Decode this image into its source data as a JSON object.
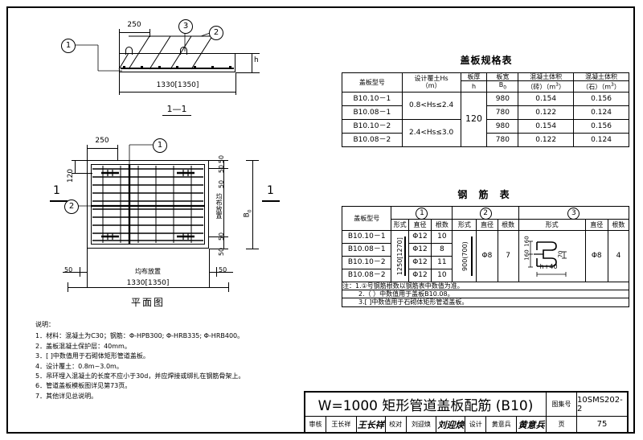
{
  "sheet": {
    "title": "W=1000  矩形管道盖板配筋 (B10)",
    "atlas_label": "图集号",
    "atlas_no": "10SMS202-2",
    "page_label": "页",
    "page_no": "75",
    "signatures": [
      {
        "role": "审核",
        "name": "王长祥",
        "sig": "王长祥"
      },
      {
        "role": "校对",
        "name": "刘迎焕",
        "sig": "刘迎焕"
      },
      {
        "role": "设计",
        "name": "黄意兵",
        "sig": "黄意兵"
      }
    ]
  },
  "section_view": {
    "label": "1—1",
    "dim_left": "250",
    "dim_total": "1330[1350]",
    "dim_h": "h",
    "markers": [
      "1",
      "2",
      "3"
    ]
  },
  "plan_view": {
    "label": "平面图",
    "dim_250": "250",
    "dim_120": "120",
    "dim_total": "1330[1350]",
    "dim_50": "50",
    "dim_b0": "B",
    "dim_b0_sub": "0",
    "even_text": "均布放置",
    "markers": [
      "1",
      "2"
    ],
    "section_marks": [
      "1",
      "1"
    ]
  },
  "spec_table": {
    "title": "盖板规格表",
    "headers": {
      "model": "盖板型号",
      "cover_l1": "设计覆土Hs",
      "cover_l2": "（m）",
      "thick_l1": "板厚",
      "thick_l2": "h",
      "width_l1": "板宽",
      "width_l2": "B",
      "width_l2_sub": "0",
      "vol_brick_l1": "混凝土体积",
      "vol_brick_l2": "（砖）（m",
      "vol_brick_sup": "3",
      "vol_brick_l3": "）",
      "vol_stone_l1": "混凝土体积",
      "vol_stone_l2": "（石）（m",
      "vol_stone_sup": "3",
      "vol_stone_l3": "）"
    },
    "rows": [
      {
        "model": "B10.10－1",
        "cover": "0.8<Hs≤2.4",
        "thick": "120",
        "width": "980",
        "vol_brick": "0.154",
        "vol_stone": "0.156"
      },
      {
        "model": "B10.08－1",
        "cover": "",
        "thick": "",
        "width": "780",
        "vol_brick": "0.122",
        "vol_stone": "0.124"
      },
      {
        "model": "B10.10－2",
        "cover": "2.4<Hs≤3.0",
        "thick": "",
        "width": "980",
        "vol_brick": "0.154",
        "vol_stone": "0.156"
      },
      {
        "model": "B10.08－2",
        "cover": "",
        "thick": "",
        "width": "780",
        "vol_brick": "0.122",
        "vol_stone": "0.124"
      }
    ]
  },
  "rebar_table": {
    "title": "钢 筋 表",
    "headers": {
      "model": "盖板型号",
      "group1": "1",
      "group2": "2",
      "group3": "3",
      "form": "形式",
      "dia": "直径",
      "count": "根数"
    },
    "group1_shape": "1250[1270]",
    "group2_shape": "900(700)",
    "group3_shape_dims": {
      "d1": "160",
      "d2": "160",
      "d3": "70",
      "d4": "h+40"
    },
    "rows": [
      {
        "model": "B10.10－1",
        "g1_dia": "Φ12",
        "g1_cnt": "10"
      },
      {
        "model": "B10.08－1",
        "g1_dia": "Φ12",
        "g1_cnt": "8"
      },
      {
        "model": "B10.10－2",
        "g1_dia": "Φ12",
        "g1_cnt": "11"
      },
      {
        "model": "B10.08－2",
        "g1_dia": "Φ12",
        "g1_cnt": "10"
      }
    ],
    "g2_dia": "Φ8",
    "g2_cnt": "7",
    "g3_dia": "Φ8",
    "g3_cnt": "4",
    "notes": [
      "注：1.①号钢筋根数以钢筋表中数值为准。",
      "2.（ ）中数值用于盖板B10.08。",
      "3.[  ]中数值用于石砌体矩形管道盖板。"
    ]
  },
  "notes": {
    "heading": "说明：",
    "items": [
      "1．材料：混凝土为C30；钢筋：Φ-HPB300; Φ-HRB335; Φ-HRB400。",
      "2．盖板混凝土保护层：40mm。",
      "3．[  ]中数值用于石砌体矩形管道盖板。",
      "4．设计覆土：0.8m~3.0m。",
      "5．吊环埋入混凝土的长度不应小于30d，并应焊接或绑扎在钢筋骨架上。",
      "6．管道盖板模板图详见第73页。",
      "7．其他详见总说明。"
    ]
  }
}
